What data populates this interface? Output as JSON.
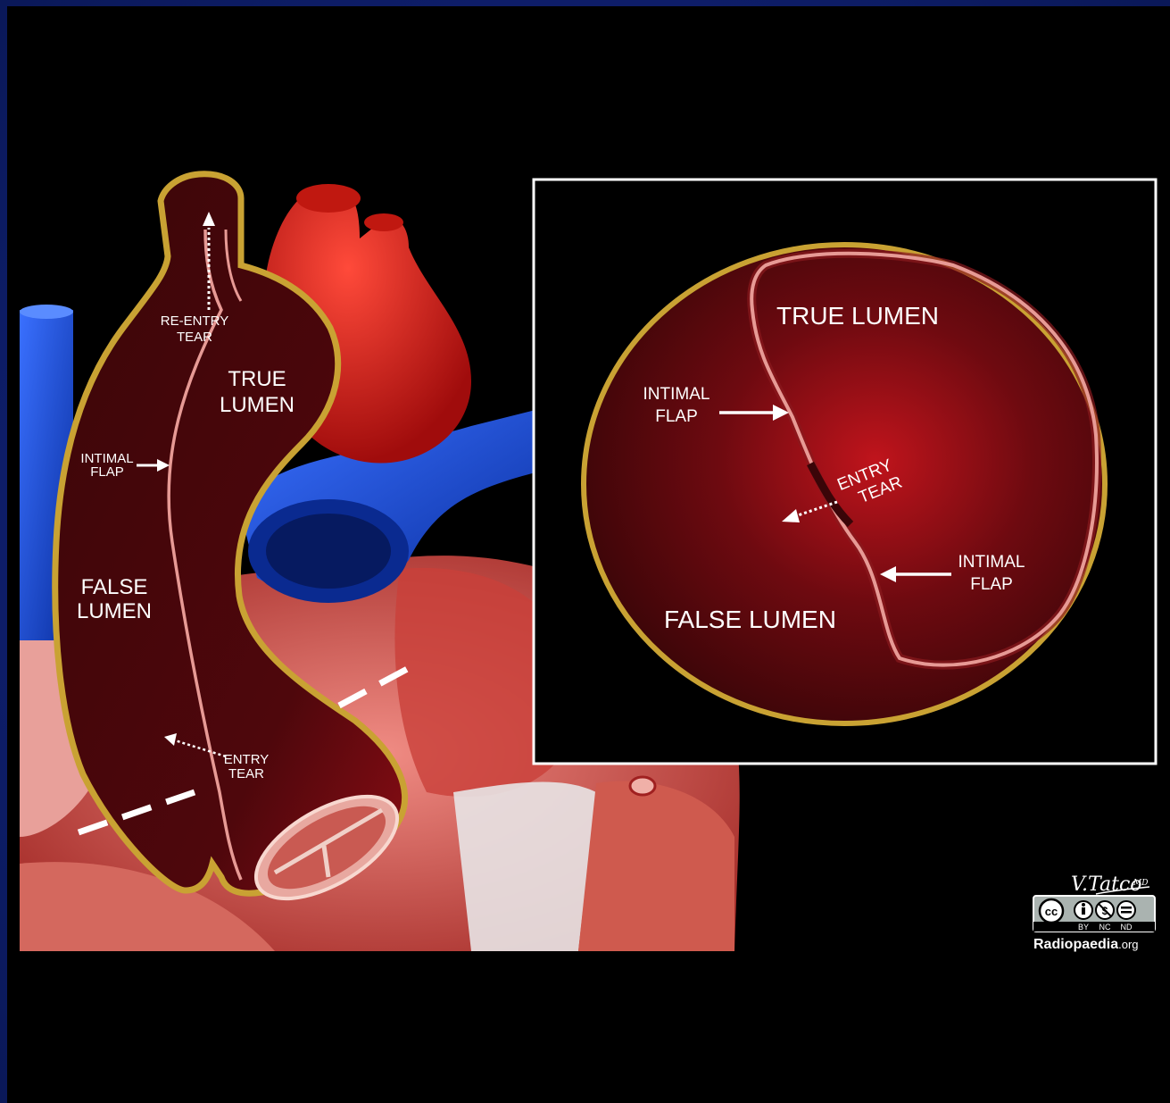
{
  "aorta_labels": {
    "reentry_tear": [
      "RE-ENTRY",
      "TEAR"
    ],
    "true_lumen": [
      "TRUE",
      "LUMEN"
    ],
    "intimal_flap": [
      "INTIMAL",
      "FLAP"
    ],
    "false_lumen": [
      "FALSE",
      "LUMEN"
    ],
    "entry_tear": [
      "ENTRY",
      "TEAR"
    ]
  },
  "cross_section_labels": {
    "true_lumen": "TRUE LUMEN",
    "intimal_flap_left": [
      "INTIMAL",
      "FLAP"
    ],
    "entry_tear": [
      "ENTRY",
      "TEAR"
    ],
    "intimal_flap_right": [
      "INTIMAL",
      "FLAP"
    ],
    "false_lumen": "FALSE LUMEN"
  },
  "credits": {
    "author_signature": "V.Tatco MD",
    "license": [
      "BY",
      "NC",
      "ND"
    ],
    "source_name": "Radiopaedia",
    "source_tld": ".org"
  },
  "colors": {
    "vessel_wall": "#c9a233",
    "lumen_dark": "#3a0508",
    "lumen_bright": "#b0121a",
    "intima": "#e79a95",
    "vein_blue": "#1f4fd0",
    "artery_red": "#e0201c",
    "background": "#000000",
    "frame_blue": "#13247a"
  }
}
